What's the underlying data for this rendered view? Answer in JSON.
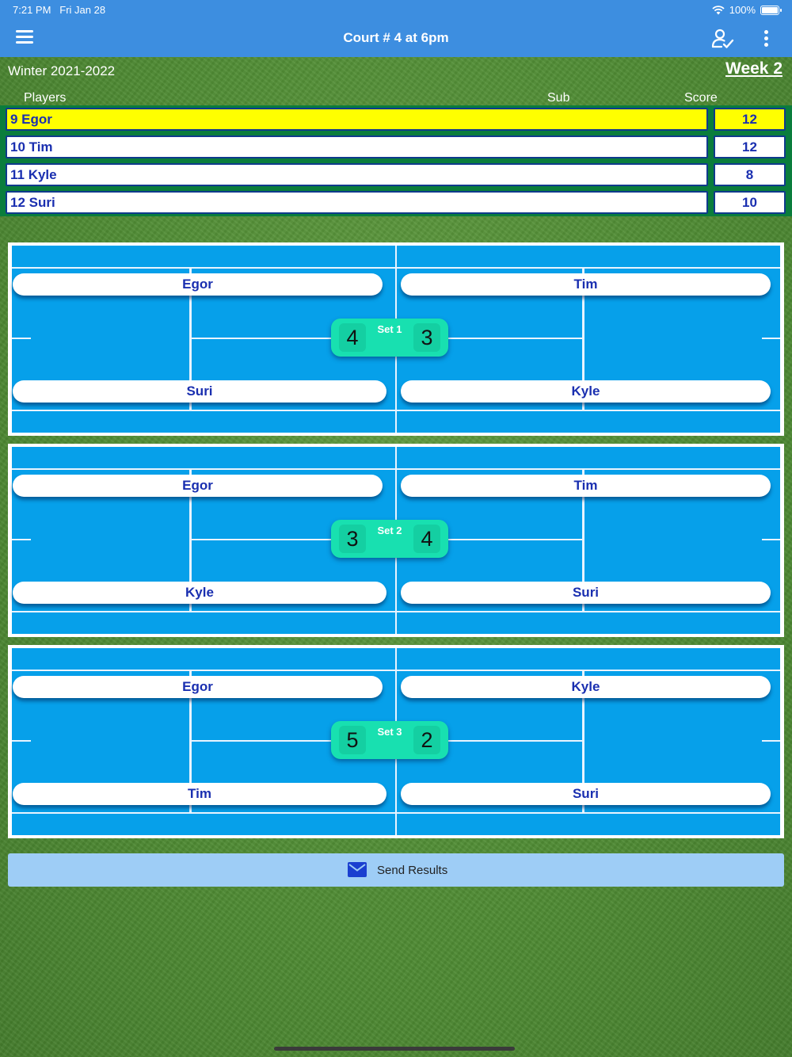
{
  "status": {
    "time": "7:21 PM",
    "date": "Fri Jan 28",
    "battery": "100%",
    "battery_level": 1.0
  },
  "header": {
    "title": "Court # 4 at 6pm"
  },
  "season": "Winter 2021-2022",
  "week": "Week 2",
  "columns": {
    "players": "Players",
    "sub": "Sub",
    "score": "Score"
  },
  "players": [
    {
      "label": "9 Egor",
      "score": "12",
      "highlighted": true
    },
    {
      "label": "10 Tim",
      "score": "12",
      "highlighted": false
    },
    {
      "label": "11 Kyle",
      "score": "8",
      "highlighted": false
    },
    {
      "label": "12 Suri",
      "score": "10",
      "highlighted": false
    }
  ],
  "sets": [
    {
      "label": "Set 1",
      "top_left": "Egor",
      "top_right": "Tim",
      "bottom_left": "Suri",
      "bottom_right": "Kyle",
      "score_left": "4",
      "score_right": "3"
    },
    {
      "label": "Set 2",
      "top_left": "Egor",
      "top_right": "Tim",
      "bottom_left": "Kyle",
      "bottom_right": "Suri",
      "score_left": "3",
      "score_right": "4"
    },
    {
      "label": "Set 3",
      "top_left": "Egor",
      "top_right": "Kyle",
      "bottom_left": "Tim",
      "bottom_right": "Suri",
      "score_left": "5",
      "score_right": "2"
    }
  ],
  "send_label": "Send Results",
  "colors": {
    "nav": "#3d8ee0",
    "court": "#06a0ea",
    "highlight": "#ffff00",
    "score_bg": "#18e0b0",
    "text_blue": "#1a2fb0"
  },
  "icons": {
    "menu": "hamburger-menu-icon",
    "check": "person-check-icon",
    "more": "more-vertical-icon",
    "mail": "envelope-icon"
  }
}
